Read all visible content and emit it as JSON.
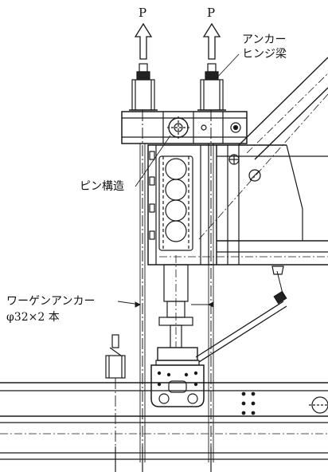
{
  "labels": {
    "force_left": "P",
    "force_right": "P",
    "anchor_hinge_beam_line1": "アンカー",
    "anchor_hinge_beam_line2": "ヒンジ梁",
    "pin_structure": "ピン構造",
    "wagen_anchor_line1": "ワーゲンアンカー",
    "wagen_anchor_line2": "φ32×2 本"
  },
  "colors": {
    "line": "#1a1a1a",
    "background": "#ffffff"
  }
}
